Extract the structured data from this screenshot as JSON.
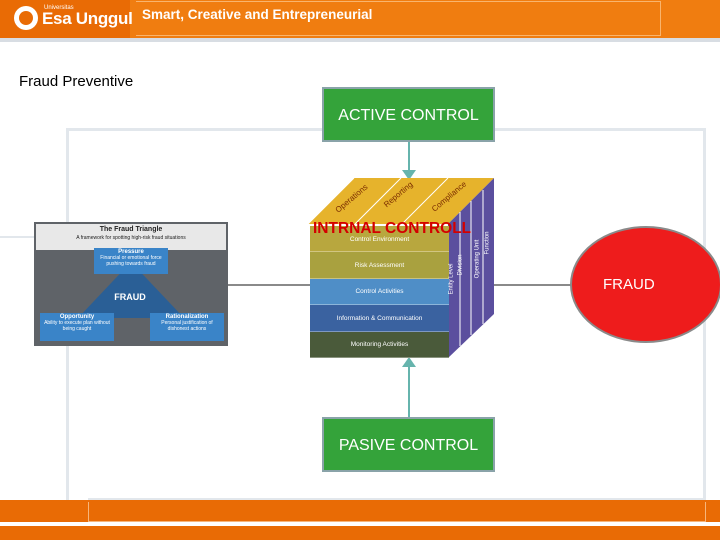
{
  "header": {
    "logo_small": "Universitas",
    "logo_name": "Esa Unggul",
    "tagline": "Smart, Creative and Entrepreneurial"
  },
  "page": {
    "title": "Fraud Preventive"
  },
  "diagram": {
    "active_control": "ACTIVE CONTROL",
    "pasive_control": "PASIVE CONTROL",
    "internal_control": "INTRNAL CONTROLL",
    "fraud": "FRAUD"
  },
  "fraud_triangle": {
    "title": "The Fraud Triangle",
    "subtitle": "A framework for spotting high-risk fraud situations",
    "pressure_label": "Pressure",
    "pressure_text": "Financial or emotional force pushing towards fraud",
    "center_label": "FRAUD",
    "opportunity_label": "Opportunity",
    "opportunity_text": "Ability to execute plan without being caught",
    "rationalization_label": "Rationalization",
    "rationalization_text": "Personal justification of dishonest actions"
  },
  "cube": {
    "top_labels": [
      "Operations",
      "Reporting",
      "Compliance"
    ],
    "layers": [
      "Control Environment",
      "Risk Assessment",
      "Control Activities",
      "Information & Communication",
      "Monitoring Activities"
    ],
    "side_labels": [
      "Entity Level",
      "Division",
      "Operating Unit",
      "Function"
    ]
  },
  "colors": {
    "header_orange": "#f07d10",
    "control_green": "#34a33a",
    "fraud_red": "#ee1c1c",
    "internal_control_red": "#d40000"
  }
}
